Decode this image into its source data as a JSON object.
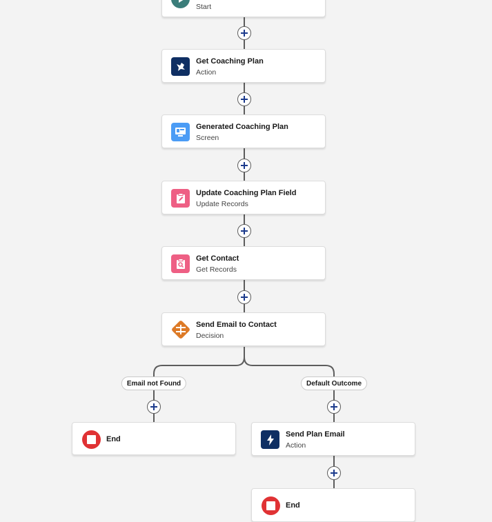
{
  "nodes": {
    "start": {
      "title": "",
      "type": "Start",
      "icon": "start-icon",
      "color": "#3b7d7a"
    },
    "get_plan": {
      "title": "Get Coaching Plan",
      "type": "Action",
      "icon": "einstein-action-icon",
      "color": "#0f2f63"
    },
    "gen_plan": {
      "title": "Generated Coaching Plan",
      "type": "Screen",
      "icon": "screen-icon",
      "color": "#4b9cf5"
    },
    "update": {
      "title": "Update Coaching Plan Field",
      "type": "Update Records",
      "icon": "update-records-icon",
      "color": "#ee5f84"
    },
    "get_contact": {
      "title": "Get Contact",
      "type": "Get Records",
      "icon": "get-records-icon",
      "color": "#ee5f84"
    },
    "decision": {
      "title": "Send Email to Contact",
      "type": "Decision",
      "icon": "decision-icon",
      "color": "#dd7a27"
    },
    "end_left": {
      "title": "End",
      "icon": "end-icon",
      "color": "#e03234"
    },
    "send_email": {
      "title": "Send Plan Email",
      "type": "Action",
      "icon": "lightning-icon",
      "color": "#0f2f63"
    },
    "end_right": {
      "title": "End",
      "icon": "end-icon",
      "color": "#e03234"
    }
  },
  "outcomes": {
    "left": "Email not Found",
    "right": "Default Outcome"
  }
}
